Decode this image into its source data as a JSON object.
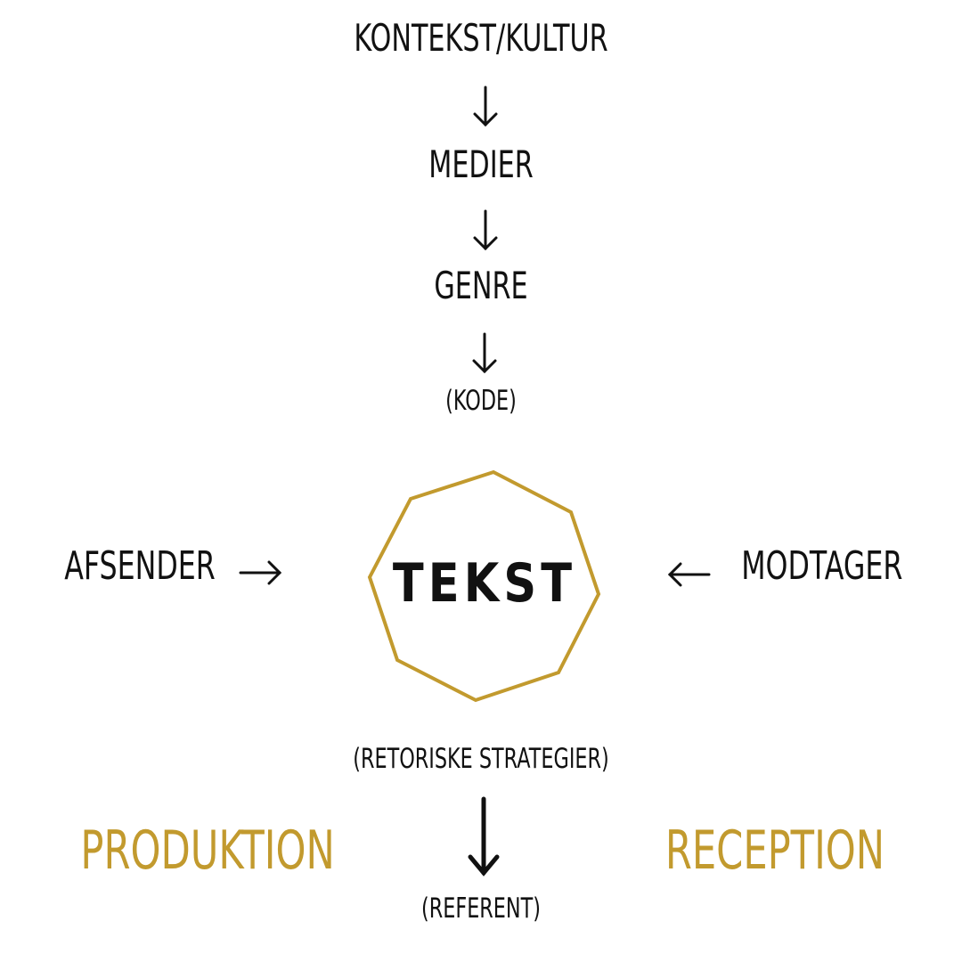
{
  "flow": {
    "context": "KONTEKST/KULTUR",
    "media": "MEDIER",
    "genre": "GENRE",
    "code": "(KODE)"
  },
  "center": {
    "text": "TEKST",
    "shape": "octagon",
    "outline_color": "#c29a2e"
  },
  "sender": "AFSENDER",
  "receiver": "MODTAGER",
  "strategies": "(RETORISKE STRATEGIER)",
  "referent": "(REFERENT)",
  "production": "PRODUKTION",
  "reception": "RECEPTION",
  "colors": {
    "ink": "#111111",
    "accent": "#c29a2e"
  }
}
